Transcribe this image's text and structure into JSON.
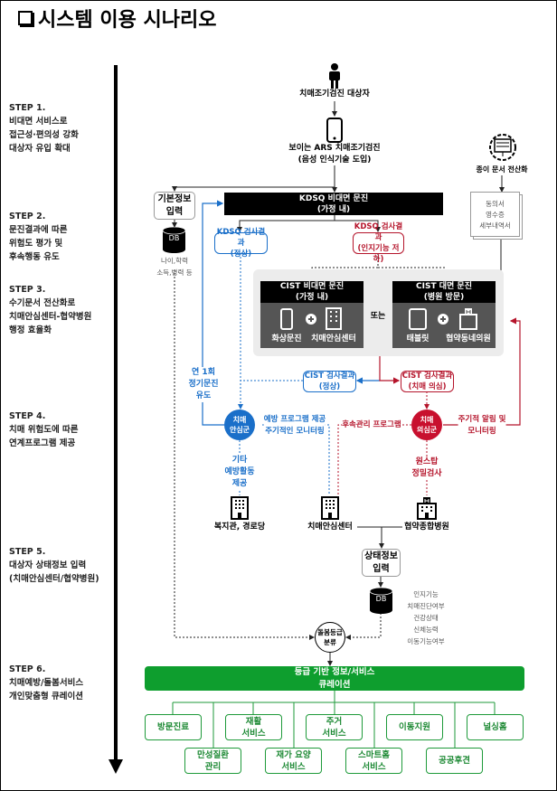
{
  "title": "시스템 이용 시나리오",
  "steps": [
    {
      "label": "STEP 1.",
      "lines": [
        "비대면 서비스로",
        "접근성·편의성 강화",
        "대상자 유입 확대"
      ]
    },
    {
      "label": "STEP 2.",
      "lines": [
        "문진결과에 따른",
        "위험도 평가 및",
        "후속행동 유도"
      ]
    },
    {
      "label": "STEP 3.",
      "lines": [
        "수기문서 전산화로",
        "치매안심센터-협약병원",
        "행정 효율화"
      ]
    },
    {
      "label": "STEP 4.",
      "lines": [
        "치매 위험도에 따른",
        "연계프로그램 제공"
      ]
    },
    {
      "label": "STEP 5.",
      "lines": [
        "대상자 상태정보 입력",
        "(치매안심센터/협약병원)"
      ]
    },
    {
      "label": "STEP 6.",
      "lines": [
        "치매예방/돌봄서비스",
        "개인맞춤형 큐레이션"
      ]
    }
  ],
  "flow": {
    "subject": "치매조기검진 대상자",
    "ars": [
      "보이는 ARS 치매조기검진",
      "(음성 인식기술 도입)"
    ],
    "basic_info": [
      "기본정보",
      "입력"
    ],
    "db_label": "DB",
    "db1_items": [
      "나이,학력",
      "소득,병력 등"
    ],
    "kdsq": [
      "KDSQ 비대면 문진",
      "(가정 내)"
    ],
    "kdsq_normal": [
      "KDSQ 검사결과",
      "(정상)"
    ],
    "kdsq_low": [
      "KDSQ 검사결과",
      "(인지기능 저하)"
    ],
    "cist_remote": {
      "title": [
        "CIST 비대면 문진",
        "(가정 내)"
      ],
      "items": [
        "화상문진",
        "치매안심센터"
      ]
    },
    "or": "또는",
    "cist_visit": {
      "title": [
        "CIST 대면 문진",
        "(병원 방문)"
      ],
      "items": [
        "태블릿",
        "협약동네의원"
      ]
    },
    "paper": {
      "label": "종이 문서 전산화",
      "docs": [
        "동의서",
        "영수증",
        "세부내역서"
      ]
    },
    "cist_normal": [
      "CIST 검사결과",
      "(정상)"
    ],
    "cist_suspect": [
      "CIST 검사결과",
      "(치매 의심)"
    ],
    "annual": [
      "연 1회",
      "정기문진",
      "유도"
    ],
    "safe_group": [
      "치매",
      "안심군"
    ],
    "suspect_group": [
      "치매",
      "의심군"
    ],
    "prevention": [
      "예방 프로그램 제공",
      "주기적인 모니터링"
    ],
    "followup": "후속관리 프로그램",
    "alert": [
      "주기적 알림 및",
      "모니터링"
    ],
    "other_prev": [
      "기타",
      "예방활동",
      "제공"
    ],
    "onestop": [
      "원스탑",
      "정밀검사"
    ],
    "places": [
      "복지관, 경로당",
      "치매안심센터",
      "협약종합병원"
    ],
    "status_input": [
      "상태정보",
      "입력"
    ],
    "db2_items": [
      "인지기능",
      "치매진단여부",
      "건강상태",
      "신체능력",
      "이동기능여부"
    ],
    "care_grade": [
      "돌봄등급",
      "분류"
    ],
    "curation": [
      "등급 기반 정보/서비스",
      "큐레이션"
    ],
    "services_row1": [
      [
        "방문진료"
      ],
      [
        "재활",
        "서비스"
      ],
      [
        "주거",
        "서비스"
      ],
      [
        "이동지원"
      ],
      [
        "널싱홈"
      ]
    ],
    "services_row2": [
      [
        "만성질환",
        "관리"
      ],
      [
        "재가 요양",
        "서비스"
      ],
      [
        "스마트홈",
        "서비스"
      ],
      [
        "공공후견"
      ]
    ]
  },
  "colors": {
    "blue": "#1a6fc9",
    "red": "#b5142b",
    "green": "#0e9e2e"
  }
}
